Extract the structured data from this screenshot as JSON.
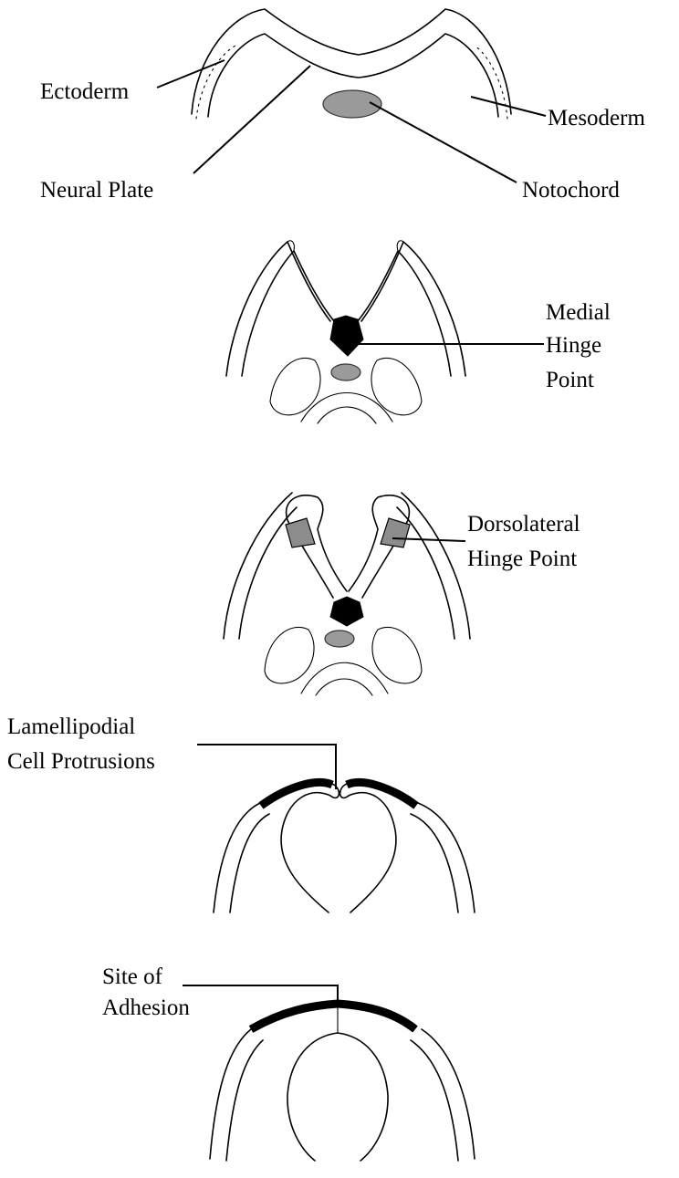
{
  "stages": [
    {
      "labels": {
        "ectoderm": "Ectoderm",
        "neural_plate": "Neural Plate",
        "mesoderm": "Mesoderm",
        "notochord": "Notochord"
      }
    },
    {
      "labels": {
        "medial_hinge_1": "Medial",
        "medial_hinge_2": "Hinge",
        "medial_hinge_3": "Point"
      }
    },
    {
      "labels": {
        "dorsolateral_hinge_1": "Dorsolateral",
        "dorsolateral_hinge_2": "Hinge Point"
      }
    },
    {
      "labels": {
        "lamellipodial_1": "Lamellipodial",
        "lamellipodial_2": "Cell Protrusions"
      }
    },
    {
      "labels": {
        "adhesion_1": "Site of",
        "adhesion_2": "Adhesion"
      }
    }
  ]
}
